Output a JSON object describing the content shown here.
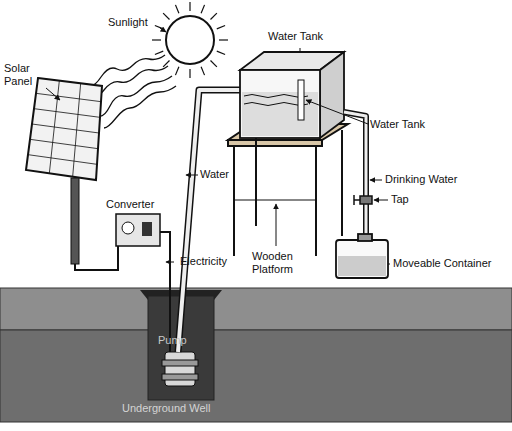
{
  "diagram": {
    "labels": [
      "Sunlight",
      "Solar Panel",
      "Water Tank",
      "Water",
      "Water Tank",
      "Converter",
      "Electricity",
      "Drinking Water",
      "Tap",
      "Wooden Platform",
      "Moveable Container",
      "Pump",
      "Underground Well"
    ]
  }
}
